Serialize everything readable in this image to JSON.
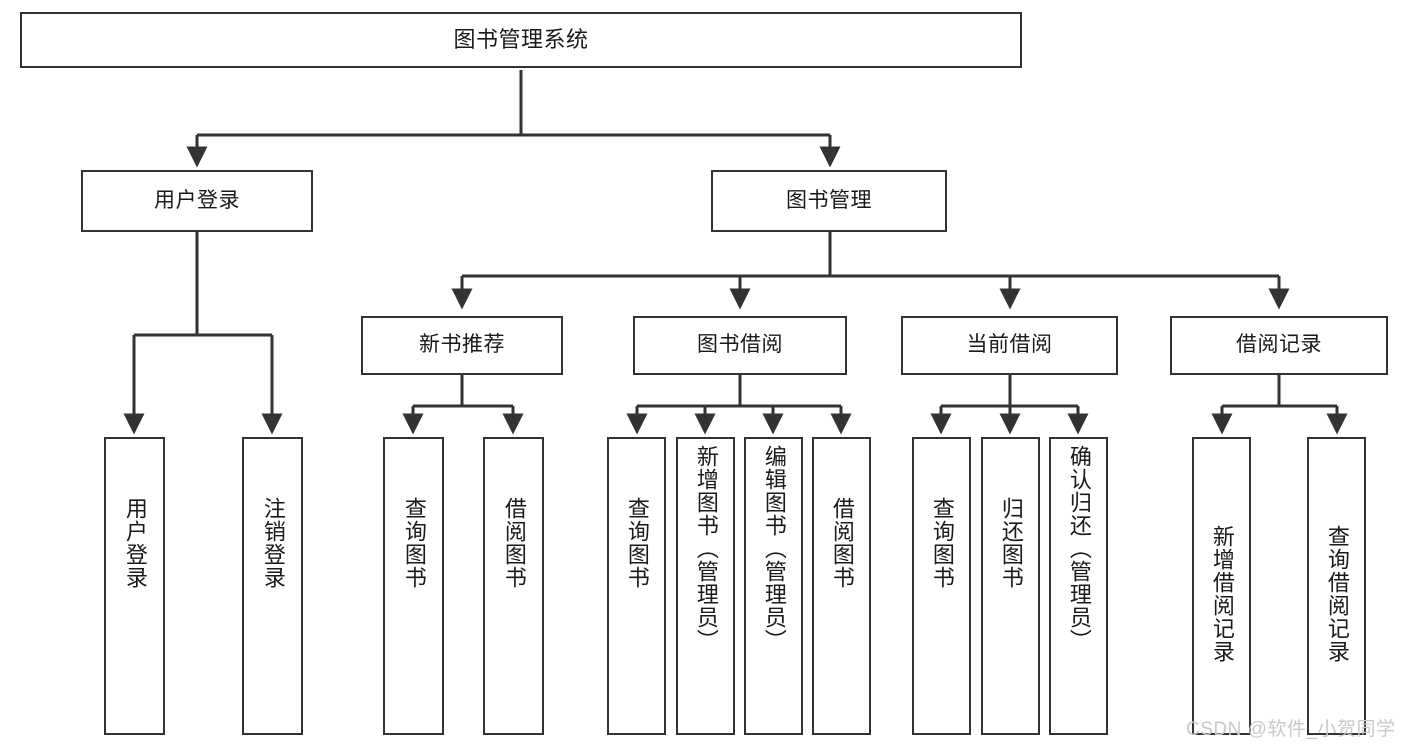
{
  "diagram": {
    "title": "图书管理系统",
    "type": "hierarchy-tree",
    "colors": {
      "box_border": "#333333",
      "box_fill": "#ffffff",
      "connector": "#333333",
      "text": "#1a1a1a",
      "watermark": "#c9c9c9"
    },
    "levels": {
      "root": {
        "label": "图书管理系统"
      },
      "level2": [
        {
          "label": "用户登录"
        },
        {
          "label": "图书管理"
        }
      ],
      "level3": [
        {
          "label": "新书推荐"
        },
        {
          "label": "图书借阅"
        },
        {
          "label": "当前借阅"
        },
        {
          "label": "借阅记录"
        }
      ],
      "leaves": {
        "user_login": [
          {
            "label": "用户登录"
          },
          {
            "label": "注销登录"
          }
        ],
        "new_book_recommend": [
          {
            "label": "查询图书"
          },
          {
            "label": "借阅图书"
          }
        ],
        "book_borrow": [
          {
            "label": "查询图书"
          },
          {
            "label": "新增图书（管理员）"
          },
          {
            "label": "编辑图书（管理员）"
          },
          {
            "label": "借阅图书"
          }
        ],
        "current_borrow": [
          {
            "label": "查询图书"
          },
          {
            "label": "归还图书"
          },
          {
            "label": "确认归还（管理员）"
          }
        ],
        "borrow_record": [
          {
            "label": "新增借阅记录"
          },
          {
            "label": "查询借阅记录"
          }
        ]
      }
    }
  },
  "watermark": {
    "text": "CSDN @软件_小贺同学"
  }
}
